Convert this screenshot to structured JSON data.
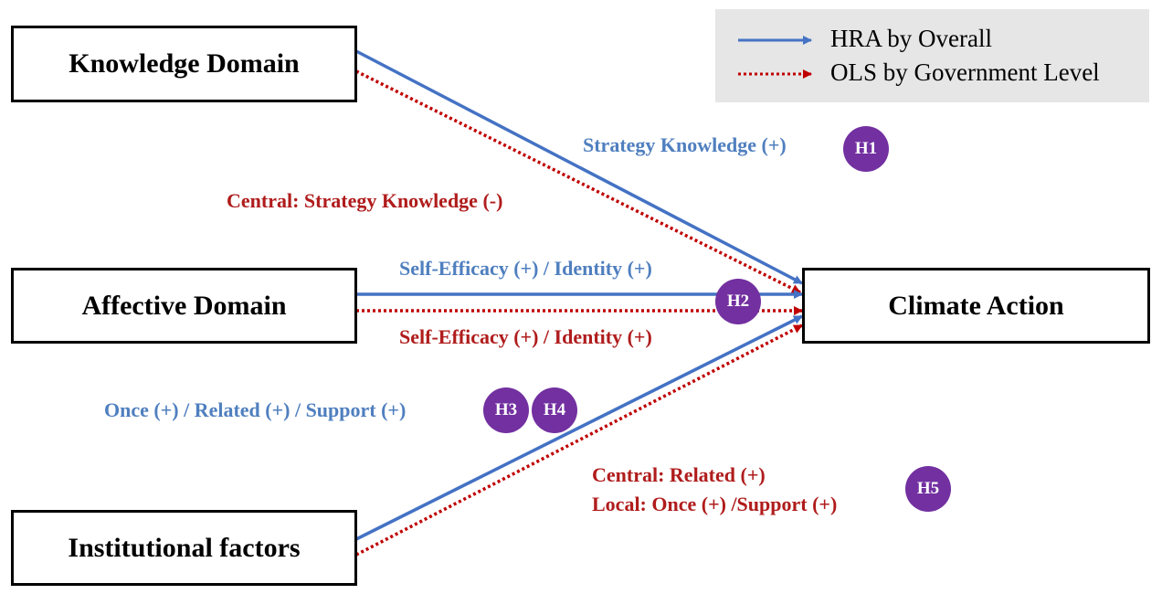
{
  "legend": {
    "items": [
      {
        "label": "HRA by Overall",
        "color": "#4472c4",
        "style": "solid-arrow"
      },
      {
        "label": "OLS by Government Level",
        "color": "#c00000",
        "style": "dotted-arrow"
      }
    ]
  },
  "nodes": {
    "knowledge": "Knowledge Domain",
    "affective": "Affective Domain",
    "institutional": "Institutional factors",
    "climate": "Climate Action"
  },
  "labels": {
    "h1_blue": "Strategy Knowledge (+)",
    "h1_red": "Central: Strategy Knowledge (-)",
    "h2_blue": "Self-Efficacy (+) / Identity (+)",
    "h2_red": "Self-Efficacy (+) / Identity (+)",
    "h34_blue": "Once (+) / Related (+) / Support (+)",
    "h5_red_1": "Central: Related (+)",
    "h5_red_2": "Local: Once (+) /Support (+)"
  },
  "badges": {
    "h1": "H1",
    "h2": "H2",
    "h3": "H3",
    "h4": "H4",
    "h5": "H5"
  },
  "colors": {
    "hra": "#4472c4",
    "ols": "#c00000",
    "badge": "#7030a0"
  }
}
